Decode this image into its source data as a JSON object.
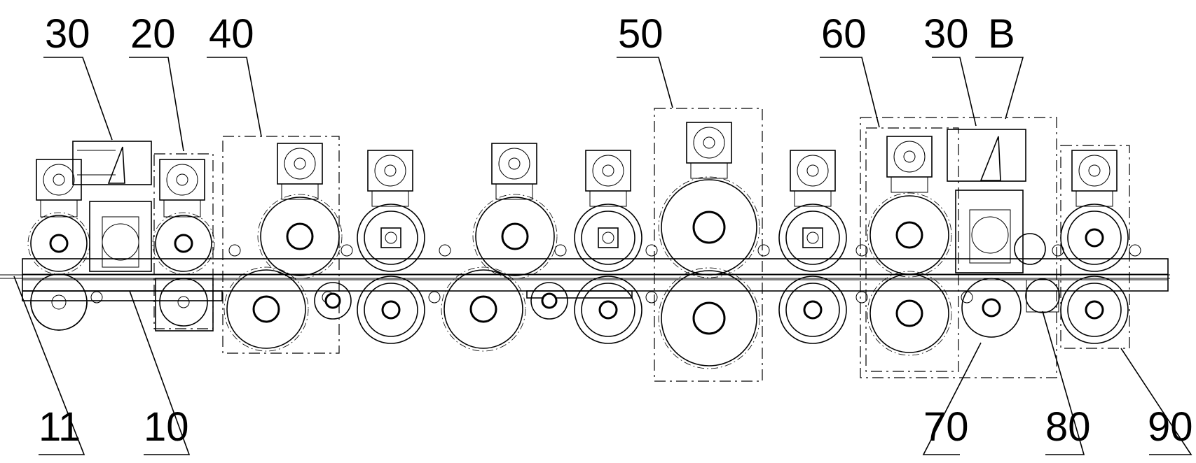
{
  "labels": {
    "top": [
      "30",
      "20",
      "40",
      "50",
      "60",
      "30",
      "B"
    ],
    "bottom": [
      "11",
      "10",
      "70",
      "80",
      "90"
    ]
  }
}
